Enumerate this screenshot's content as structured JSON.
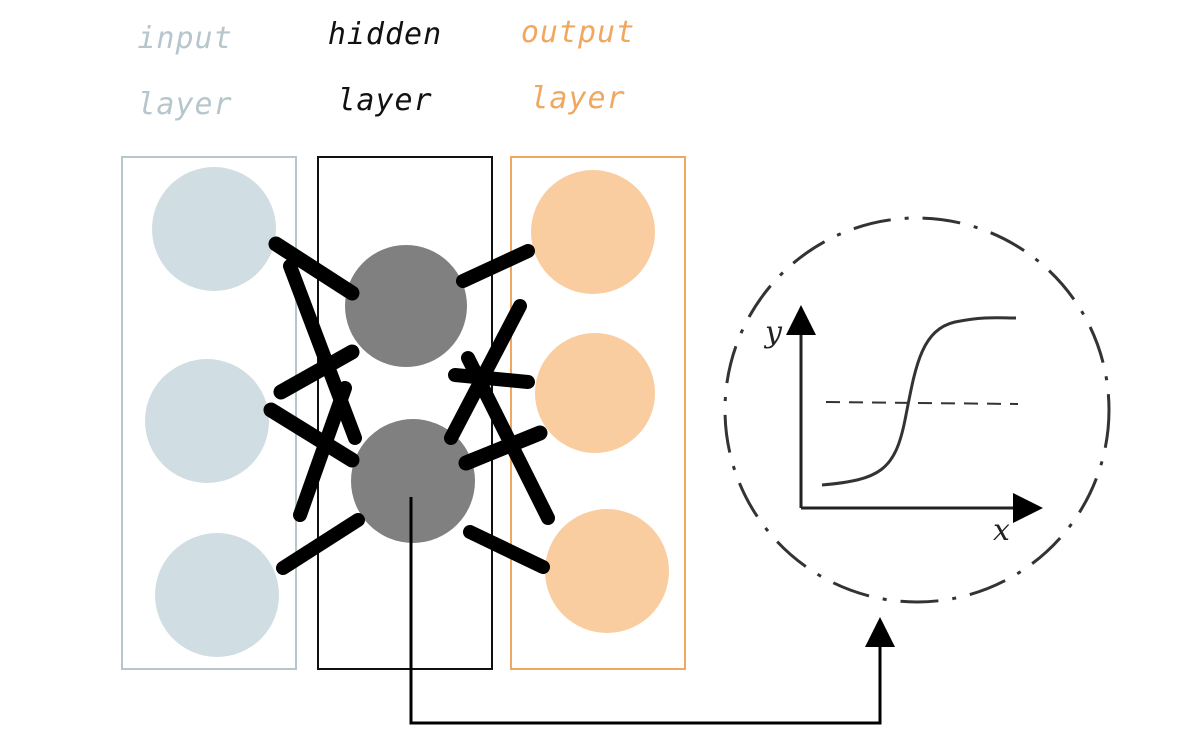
{
  "labels": {
    "input": [
      "input",
      "layer"
    ],
    "hidden": [
      "hidden",
      "layer"
    ],
    "output": [
      "output",
      "layer"
    ]
  },
  "plot": {
    "x_label": "x",
    "y_label": "y"
  },
  "colors": {
    "input": "#d0dde3",
    "input_border": "#b6c6cc",
    "hidden": "#808080",
    "hidden_border": "#111111",
    "output": "#f9cda0",
    "output_border": "#f0a860",
    "connection": "#000000",
    "plot_line": "#333333"
  }
}
